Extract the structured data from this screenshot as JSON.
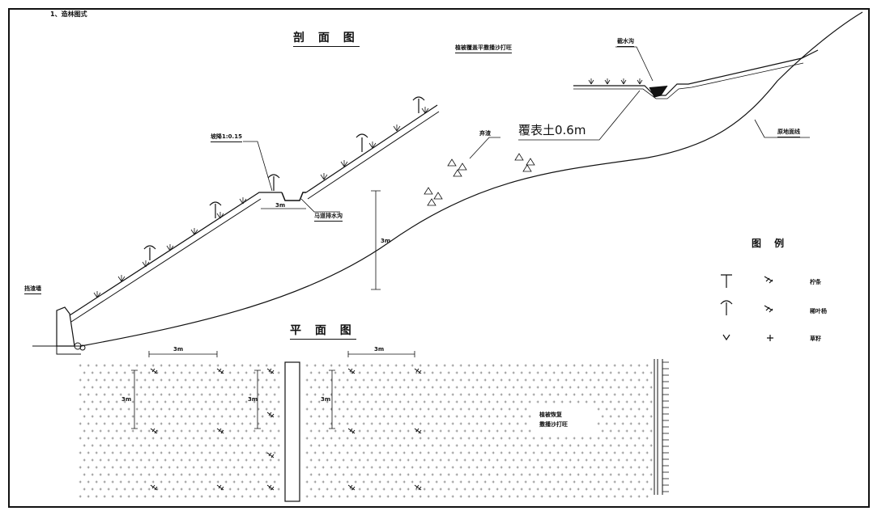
{
  "heading": "1、造林图式",
  "section_title": "剖 面 图",
  "plan_title": "平 面 图",
  "legend_title": "图 例",
  "labels": {
    "top_annotation": "植被覆盖平撒播沙打旺",
    "drainage_ditch": "截水沟",
    "cover_soil": "覆表土0.6m",
    "terrain_line": "原地面线",
    "slope_ratio": "坡降1:0.15",
    "drain_channel": "马道排水沟",
    "spoil": "弃渣",
    "retaining_wall": "挡渣墙",
    "plan_center": "植被恢复",
    "plan_center_2": "撒播沙打旺",
    "dim_3m_a": "3m",
    "dim_3m_b": "3m",
    "dim_3m_v1": "3m",
    "dim_3m_v2": "3m",
    "dim_3m_v3": "3m",
    "dim_height": "3m",
    "dim_bench": "3m"
  },
  "legend": [
    {
      "icon": "tree-poplar-icon",
      "mark": "shrub-icon",
      "text": "柠条"
    },
    {
      "icon": "tree-broadleaf-icon",
      "mark": "shrub-icon",
      "text": "稀叶杨"
    },
    {
      "icon": "grass-icon",
      "mark": "plus-icon",
      "text": "草籽"
    }
  ]
}
